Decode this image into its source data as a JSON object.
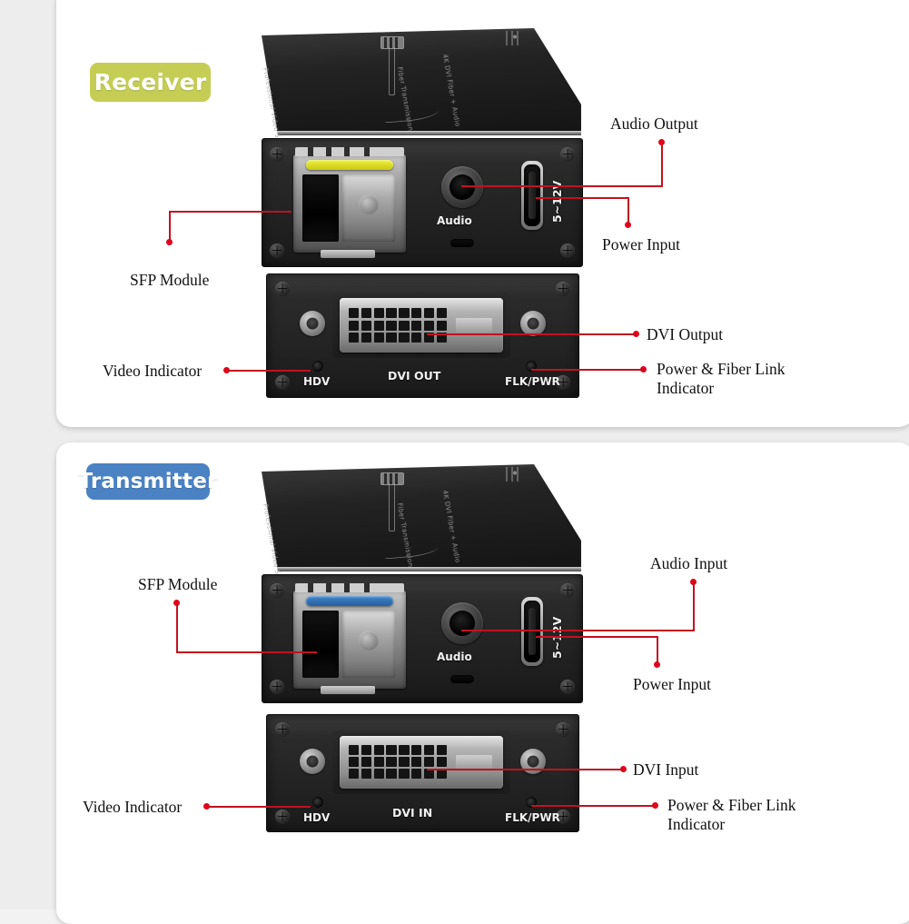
{
  "page": {
    "background": "#ededed",
    "accent_red": "#c1121f",
    "dot_color": "#e2001a"
  },
  "sections": [
    {
      "id": "receiver",
      "badge": {
        "label": "Receiver",
        "color": "#c5cd55",
        "text_color": "#ffffff"
      },
      "device": {
        "top_face_engravings": [
          "Professional Video Solution",
          "Fiber Transmission",
          "4K DVI Fiber + Audio"
        ],
        "front_panel": {
          "sfp_latch_color": "#dcdc16",
          "audio_label": "Audio",
          "power_label": "5~12V"
        },
        "dvi_panel": {
          "left_led_label": "HDV",
          "connector_label": "DVI OUT",
          "right_led_label": "FLK/PWR"
        }
      },
      "annotations": [
        {
          "id": "sfp-module",
          "text": "SFP Module"
        },
        {
          "id": "video-indicator",
          "text": "Video Indicator"
        },
        {
          "id": "audio-output",
          "text": "Audio Output"
        },
        {
          "id": "power-input",
          "text": "Power Input"
        },
        {
          "id": "dvi-output",
          "text": "DVI Output"
        },
        {
          "id": "power-fiber-link",
          "text": "Power & Fiber Link Indicator"
        }
      ]
    },
    {
      "id": "transmitter",
      "badge": {
        "label": "Transmitter",
        "color": "#4a82c3",
        "text_color": "#ffffff"
      },
      "device": {
        "top_face_engravings": [
          "Professional Video Solution",
          "Fiber Transmission",
          "4K DVI Fiber + Audio"
        ],
        "front_panel": {
          "sfp_latch_color": "#2f6fb5",
          "audio_label": "Audio",
          "power_label": "5~12V"
        },
        "dvi_panel": {
          "left_led_label": "HDV",
          "connector_label": "DVI IN",
          "right_led_label": "FLK/PWR"
        }
      },
      "annotations": [
        {
          "id": "sfp-module",
          "text": "SFP Module"
        },
        {
          "id": "video-indicator",
          "text": "Video Indicator"
        },
        {
          "id": "audio-input",
          "text": "Audio Input"
        },
        {
          "id": "power-input",
          "text": "Power Input"
        },
        {
          "id": "dvi-input",
          "text": "DVI Input"
        },
        {
          "id": "power-fiber-link",
          "text": "Power & Fiber Link Indicator"
        }
      ]
    }
  ]
}
